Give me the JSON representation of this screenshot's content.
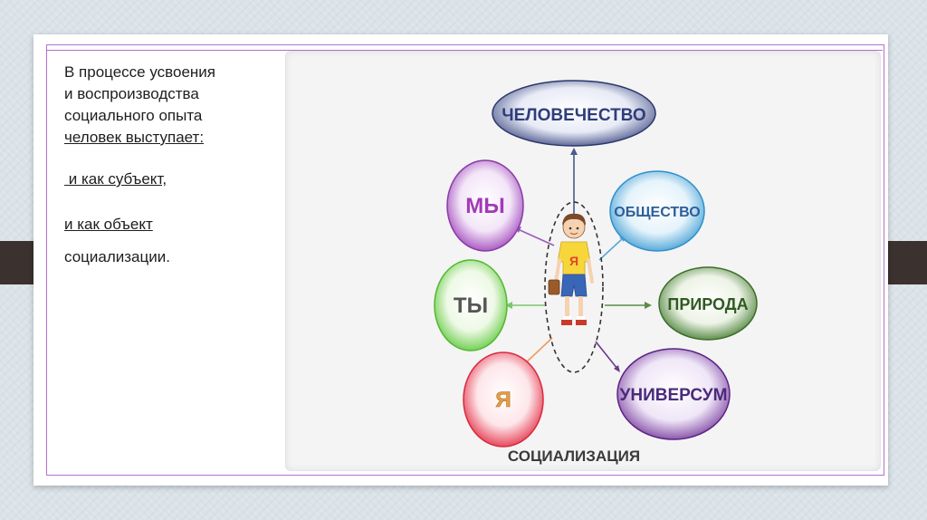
{
  "text": {
    "line1": "В процессе усвоения",
    "line2": "и воспроизводства",
    "line3": "социального опыта",
    "line4": "человек выступает:",
    "line5": " и как субъект,",
    "line6": "и как объект",
    "line7": "социализации."
  },
  "diagram": {
    "top": "ЧЕЛОВЕЧЕСТВО",
    "we": "МЫ",
    "society": "ОБЩЕСТВО",
    "you": "ТЫ",
    "nature": "ПРИРОДА",
    "self": "Я",
    "universe": "УНИВЕРСУМ",
    "shirt_letter": "Я",
    "caption": "СОЦИАЛИЗАЦИЯ"
  },
  "colors": {
    "band": "#3b312e",
    "frame": "#b56fcc"
  }
}
